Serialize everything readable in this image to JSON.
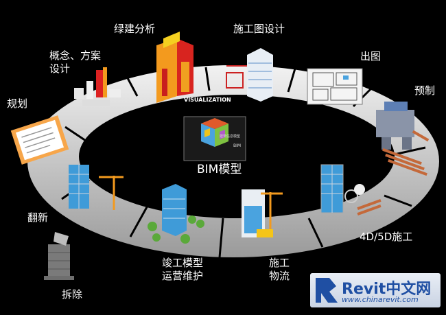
{
  "diagram": {
    "ring_caption": "VISUALIZATION",
    "center_label": "BIM模型",
    "center_icon_text": "建筑信息模型",
    "center_icon_side_text": "BIM",
    "stages": [
      {
        "id": "planning",
        "label": "规划"
      },
      {
        "id": "concept",
        "label": "概念、方案\n设计"
      },
      {
        "id": "green",
        "label": "绿建分析"
      },
      {
        "id": "construction-drawing",
        "label": "施工图设计"
      },
      {
        "id": "drawing-output",
        "label": "出图"
      },
      {
        "id": "prefab",
        "label": "预制"
      },
      {
        "id": "4d5d",
        "label": "4D/5D施工"
      },
      {
        "id": "logistics",
        "label": "施工\n物流"
      },
      {
        "id": "operations",
        "label": "竣工模型\n运营维护"
      },
      {
        "id": "demolition",
        "label": "拆除"
      },
      {
        "id": "renovation",
        "label": "翻新"
      }
    ]
  },
  "watermark": {
    "brand": "Revit中文网",
    "url": "www.chinarevit.com"
  },
  "colors": {
    "background": "#000000",
    "ring": "#d9d9d9",
    "ring_shadow": "#8a8a8a",
    "accent_orange": "#f39a1e",
    "building_blue": "#3f9bd8",
    "watermark_blue": "#1f4fa3"
  }
}
